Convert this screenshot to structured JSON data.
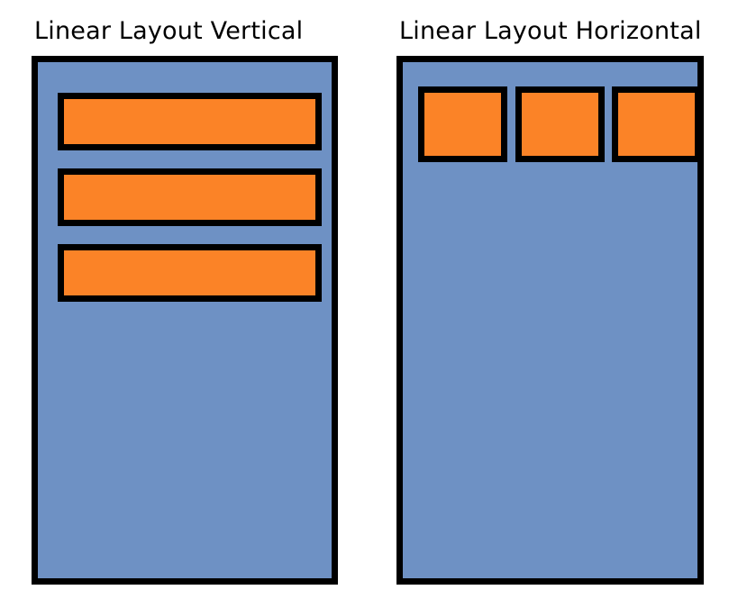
{
  "diagram": {
    "background_color": "#ffffff",
    "panels": [
      {
        "id": "vertical",
        "title": "Linear Layout Vertical",
        "container": {
          "name": "linear-layout-vertical-container",
          "fill_color": "#6e91c4",
          "border_color": "#000000",
          "orientation": "vertical"
        },
        "children": [
          {
            "label": "",
            "fill_color": "#fb8327",
            "border_color": "#000000"
          },
          {
            "label": "",
            "fill_color": "#fb8327",
            "border_color": "#000000"
          },
          {
            "label": "",
            "fill_color": "#fb8327",
            "border_color": "#000000"
          }
        ]
      },
      {
        "id": "horizontal",
        "title": "Linear Layout Horizontal",
        "container": {
          "name": "linear-layout-horizontal-container",
          "fill_color": "#6e91c4",
          "border_color": "#000000",
          "orientation": "horizontal"
        },
        "children": [
          {
            "label": "",
            "fill_color": "#fb8327",
            "border_color": "#000000"
          },
          {
            "label": "",
            "fill_color": "#fb8327",
            "border_color": "#000000"
          },
          {
            "label": "",
            "fill_color": "#fb8327",
            "border_color": "#000000"
          }
        ]
      }
    ]
  }
}
